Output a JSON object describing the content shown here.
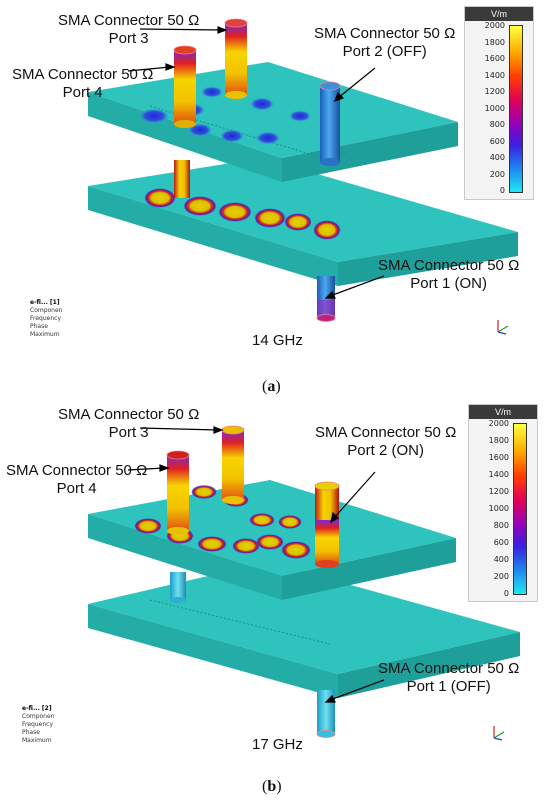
{
  "panels": [
    {
      "id": "a",
      "caption": "a",
      "frequency": "14 GHz",
      "labels": {
        "port3": [
          "SMA Connector 50 Ω",
          "Port 3"
        ],
        "port4": [
          "SMA Connector 50 Ω",
          "Port 4"
        ],
        "port2": [
          "SMA Connector 50 Ω",
          "Port 2 (OFF)"
        ],
        "port1": [
          "SMA Connector 50 Ω",
          "Port 1 (ON)"
        ]
      },
      "legend": {
        "unit": "V/m",
        "ticks": [
          "2000",
          "1800",
          "1600",
          "1400",
          "1200",
          "1000",
          "800",
          "600",
          "400",
          "200",
          "0"
        ]
      },
      "field_info": [
        "e-fi... [1]",
        "Componen",
        "Frequency",
        "Phase",
        "Maximum"
      ]
    },
    {
      "id": "b",
      "caption": "b",
      "frequency": "17 GHz",
      "labels": {
        "port3": [
          "SMA Connector 50 Ω",
          "Port 3"
        ],
        "port4": [
          "SMA Connector 50 Ω",
          "Port 4"
        ],
        "port2": [
          "SMA Connector 50 Ω",
          "Port 2 (ON)"
        ],
        "port1": [
          "SMA Connector 50 Ω",
          "Port 1 (OFF)"
        ]
      },
      "legend": {
        "unit": "V/m",
        "ticks": [
          "2000",
          "1800",
          "1600",
          "1400",
          "1200",
          "1000",
          "800",
          "600",
          "400",
          "200",
          "0"
        ]
      },
      "field_info": [
        "e-fi... [2]",
        "Componen",
        "Frequency",
        "Phase",
        "Maximum"
      ]
    }
  ],
  "colors": {
    "board_top": "#2ec4bd",
    "board_side": "#1f9f9a",
    "board_front": "#24ada7",
    "hot_yellow": "#e8d000",
    "hot_red": "#d81e1e",
    "cool_blue": "#2a7fd6"
  }
}
